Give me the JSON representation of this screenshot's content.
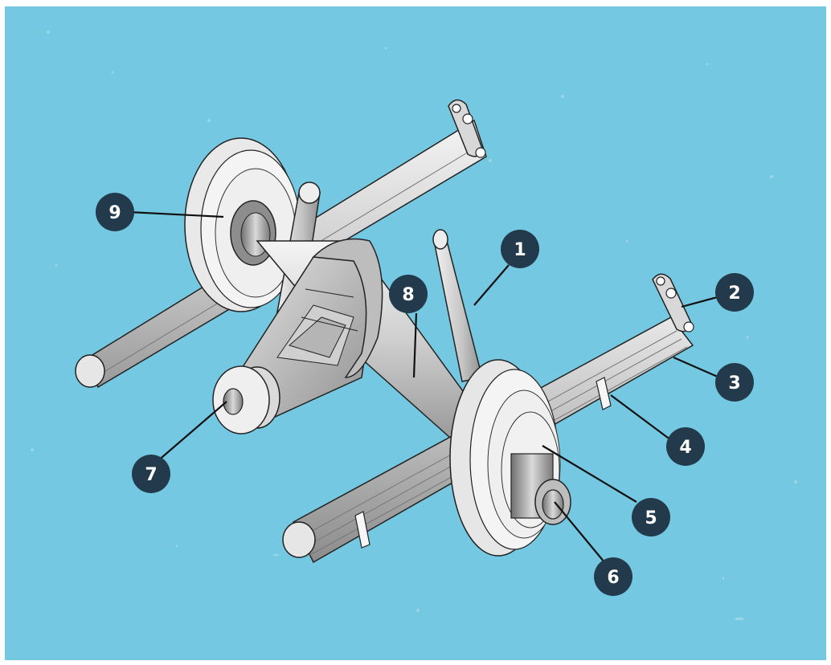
{
  "colors": {
    "background": "#75c8e1",
    "callout_fill": "#223a4c",
    "callout_text": "#ffffff",
    "leader_line": "#111111",
    "part_light": "#f1f1f1",
    "part_mid": "#c9c9c9",
    "part_dark": "#8a8a8a",
    "outline": "#222222"
  },
  "callouts": [
    {
      "id": "1",
      "label": "1"
    },
    {
      "id": "2",
      "label": "2"
    },
    {
      "id": "3",
      "label": "3"
    },
    {
      "id": "4",
      "label": "4"
    },
    {
      "id": "5",
      "label": "5"
    },
    {
      "id": "6",
      "label": "6"
    },
    {
      "id": "7",
      "label": "7"
    },
    {
      "id": "8",
      "label": "8"
    },
    {
      "id": "9",
      "label": "9"
    }
  ]
}
